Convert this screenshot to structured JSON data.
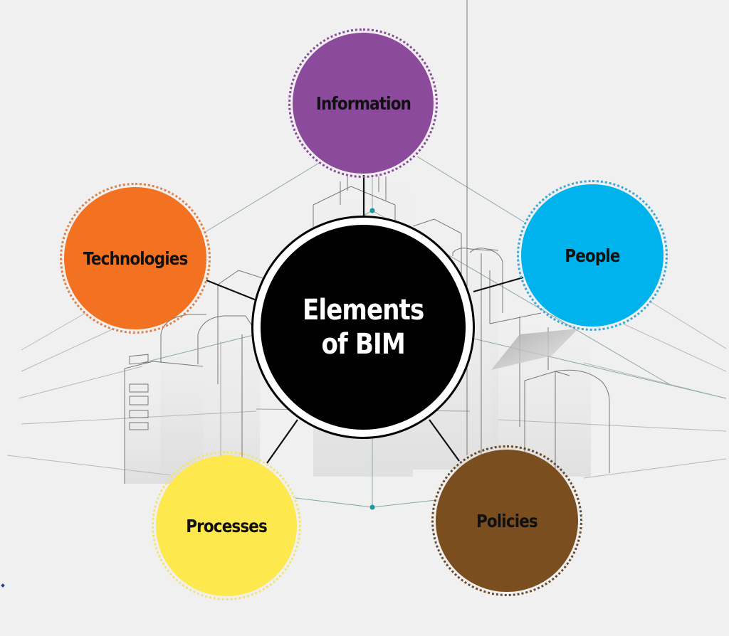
{
  "diagram": {
    "title": "Elements of BIM",
    "center": {
      "line1": "Elements",
      "line2": "of BIM",
      "fill_color": "#000000",
      "text_color": "#ffffff"
    },
    "nodes": [
      {
        "id": "information",
        "label": "Information",
        "color": "#8b4a9c",
        "ring_color": "#8b4a9c",
        "position": "top"
      },
      {
        "id": "technologies",
        "label": "Technologies",
        "color": "#f37221",
        "ring_color": "#e0804a",
        "position": "left"
      },
      {
        "id": "people",
        "label": "People",
        "color": "#00b3ec",
        "ring_color": "#3aa8d8",
        "position": "right"
      },
      {
        "id": "processes",
        "label": "Processes",
        "color": "#fde84d",
        "ring_color": "#f2e27a",
        "position": "bottom-left"
      },
      {
        "id": "policies",
        "label": "Policies",
        "color": "#7a4e1f",
        "ring_color": "#6b4a2a",
        "position": "bottom-right"
      }
    ],
    "accent_dot_color": "#1a9aa0",
    "background_color": "#f0f0f0"
  }
}
